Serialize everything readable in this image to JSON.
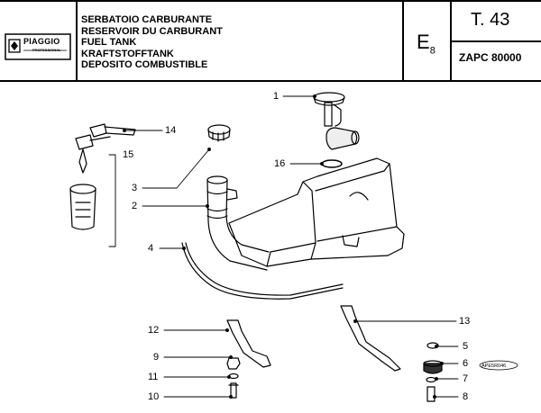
{
  "header": {
    "brand": "PIAGGIO",
    "brand_sub": "PROFESSIONAL",
    "titles": [
      "SERBATOIO CARBURANTE",
      "RESERVOIR DU CARBURANT",
      "FUEL TANK",
      "KRAFTSTOFFTANK",
      "DEPOSITO COMBUSTIBLE"
    ],
    "section_code": "E",
    "section_sub": "8",
    "table_number": "T. 43",
    "model": "ZAPC 80000"
  },
  "callouts": [
    "1",
    "2",
    "3",
    "4",
    "5",
    "6",
    "7",
    "8",
    "9",
    "10",
    "11",
    "12",
    "13",
    "14",
    "15",
    "16"
  ],
  "drawing_ref": "APE5R046"
}
